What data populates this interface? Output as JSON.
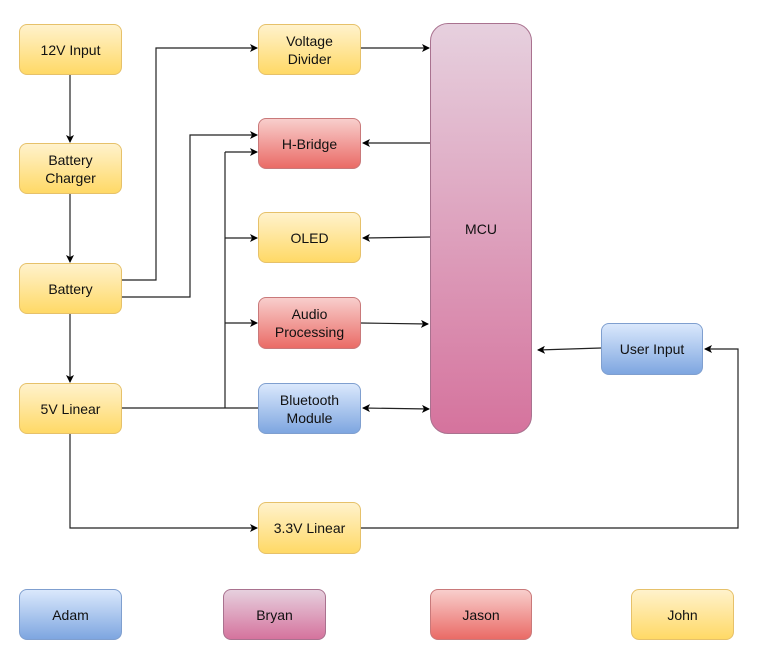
{
  "diagram": {
    "type": "block-diagram",
    "colors": {
      "yellow": "#ffd966",
      "red": "#ea6b66",
      "blue": "#7ea6e0",
      "pink": "#d5739d",
      "line": "#000000"
    },
    "nodes": {
      "input_12v": {
        "label": "12V Input",
        "color": "yellow"
      },
      "battery_charger": {
        "label": "Battery\nCharger",
        "color": "yellow"
      },
      "battery": {
        "label": "Battery",
        "color": "yellow"
      },
      "linear_5v": {
        "label": "5V Linear",
        "color": "yellow"
      },
      "voltage_divider": {
        "label": "Voltage\nDivider",
        "color": "yellow"
      },
      "h_bridge": {
        "label": "H-Bridge",
        "color": "red"
      },
      "oled": {
        "label": "OLED",
        "color": "yellow"
      },
      "audio_processing": {
        "label": "Audio\nProcessing",
        "color": "red"
      },
      "bluetooth_module": {
        "label": "Bluetooth\nModule",
        "color": "blue"
      },
      "mcu": {
        "label": "MCU",
        "color": "pink"
      },
      "user_input": {
        "label": "User Input",
        "color": "blue"
      },
      "linear_3v3": {
        "label": "3.3V Linear",
        "color": "yellow"
      }
    },
    "edges": [
      {
        "from": "12V Input",
        "to": "Battery Charger"
      },
      {
        "from": "Battery Charger",
        "to": "Battery"
      },
      {
        "from": "Battery",
        "to": "5V Linear"
      },
      {
        "from": "Battery",
        "to": "Voltage Divider"
      },
      {
        "from": "Battery",
        "to": "H-Bridge"
      },
      {
        "from": "5V Linear",
        "to": "H-Bridge"
      },
      {
        "from": "5V Linear",
        "to": "OLED"
      },
      {
        "from": "5V Linear",
        "to": "Audio Processing"
      },
      {
        "from": "5V Linear",
        "to": "Bluetooth Module"
      },
      {
        "from": "5V Linear",
        "to": "3.3V Linear"
      },
      {
        "from": "Voltage Divider",
        "to": "MCU"
      },
      {
        "from": "MCU",
        "to": "H-Bridge"
      },
      {
        "from": "MCU",
        "to": "OLED"
      },
      {
        "from": "Audio Processing",
        "to": "MCU"
      },
      {
        "from": "Bluetooth Module",
        "to": "MCU",
        "bidirectional": true
      },
      {
        "from": "User Input",
        "to": "MCU"
      },
      {
        "from": "3.3V Linear",
        "to": "User Input"
      }
    ],
    "legend": [
      {
        "label": "Adam",
        "color": "blue"
      },
      {
        "label": "Bryan",
        "color": "pink"
      },
      {
        "label": "Jason",
        "color": "red"
      },
      {
        "label": "John",
        "color": "yellow"
      }
    ]
  }
}
